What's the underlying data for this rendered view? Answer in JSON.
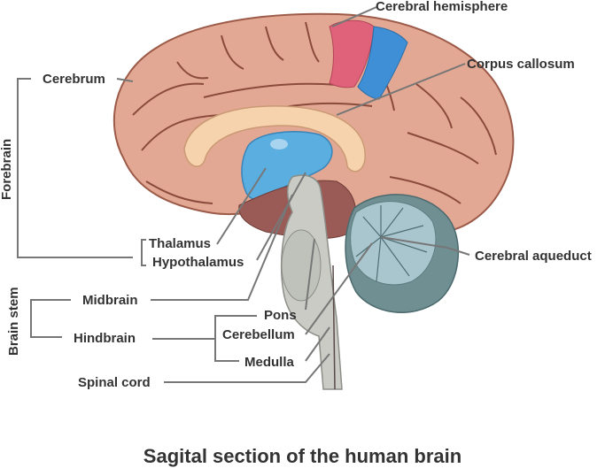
{
  "figure": {
    "caption": "Sagital section of the human brain",
    "colors": {
      "cortex": "#e3a893",
      "cortex_dark": "#8a4a3c",
      "highlight_red": "#e0627a",
      "highlight_blue": "#3f8fd6",
      "corpus_callosum": "#f6d3ad",
      "thalamus_blue": "#5aaee0",
      "cerebellum": "#a9c6cf",
      "cerebellum_dark": "#6f8f93",
      "brainstem": "#c9cbc4",
      "label_text": "#333333",
      "leader_line": "#777777"
    }
  },
  "labels": {
    "cerebral_hemisphere": "Cerebral hemisphere",
    "corpus_callosum": "Corpus callosum",
    "cerebrum": "Cerebrum",
    "forebrain": "Forebrain",
    "thalamus": "Thalamus",
    "hypothalamus": "Hypothalamus",
    "cerebral_aqueduct": "Cerebral aqueduct",
    "brain_stem": "Brain stem",
    "midbrain": "Midbrain",
    "hindbrain": "Hindbrain",
    "pons": "Pons",
    "cerebellum": "Cerebellum",
    "medulla": "Medulla",
    "spinal_cord": "Spinal cord"
  }
}
